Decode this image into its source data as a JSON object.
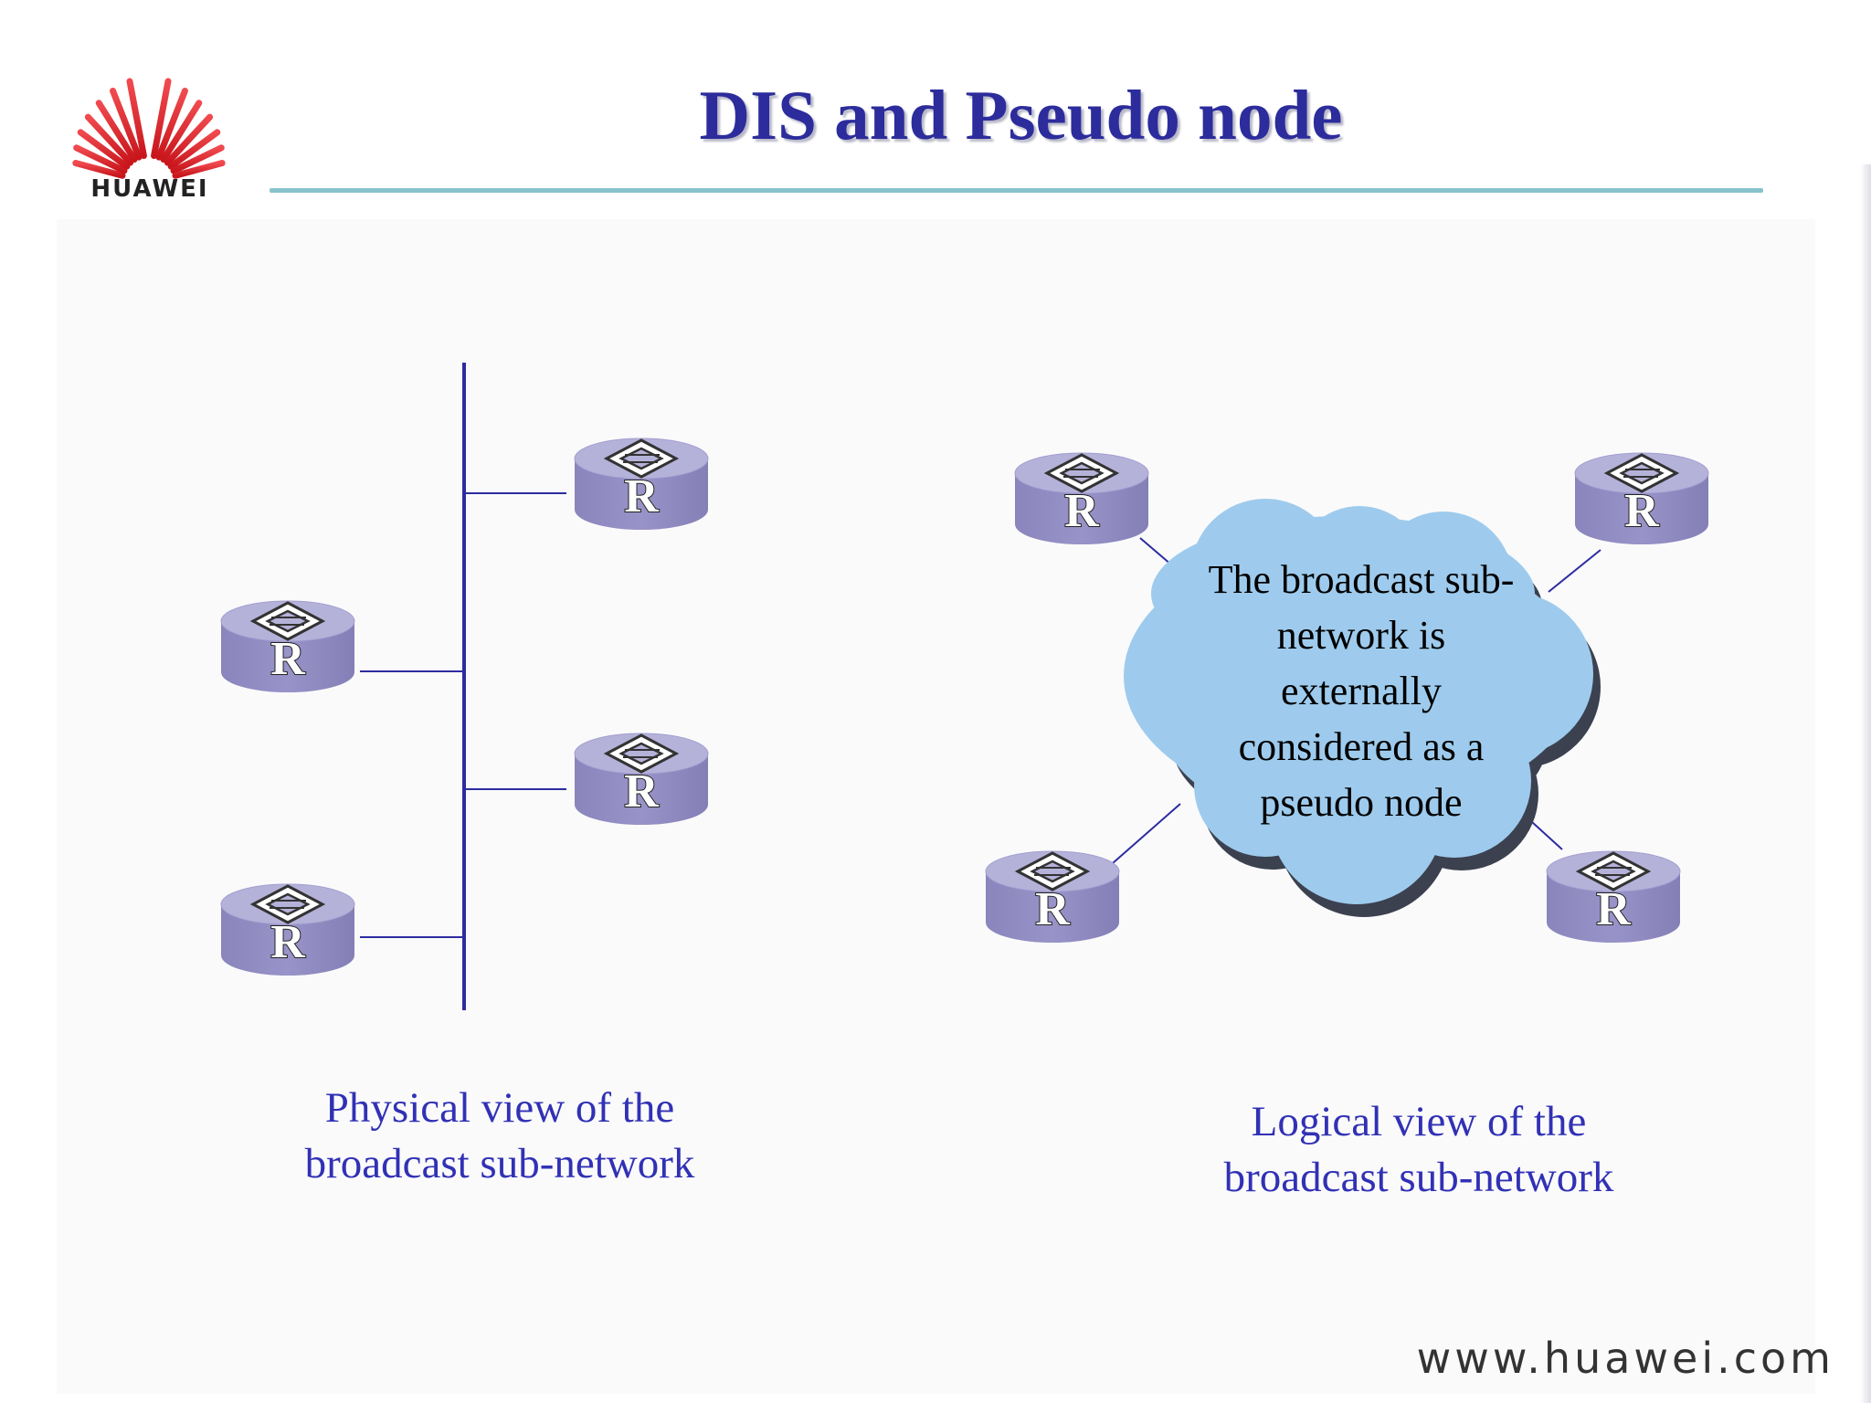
{
  "slide": {
    "title": "DIS and Pseudo node",
    "logo_text": "HUAWEI",
    "website": "www.huawei.com"
  },
  "diagram": {
    "router_label": "R",
    "cloud_text": [
      "The broadcast sub-",
      "network is",
      "externally",
      "considered as a",
      "pseudo node"
    ],
    "physical_caption": [
      "Physical view of the",
      "broadcast sub-network"
    ],
    "logical_caption": [
      "Logical view of the",
      "broadcast sub-network"
    ]
  },
  "colors": {
    "title": "#2c2c9c",
    "caption": "#3131b5",
    "bus_line": "#2c2ca0",
    "router_top": "#b5b2da",
    "router_body": "#8f8abf",
    "cloud_fill": "#9ecbed",
    "cloud_shadow": "#3c4150",
    "logo_red": "#e8252b"
  },
  "icons": {
    "router": "router-cylinder-icon",
    "cloud": "cloud-icon",
    "logo": "huawei-petal-logo"
  }
}
